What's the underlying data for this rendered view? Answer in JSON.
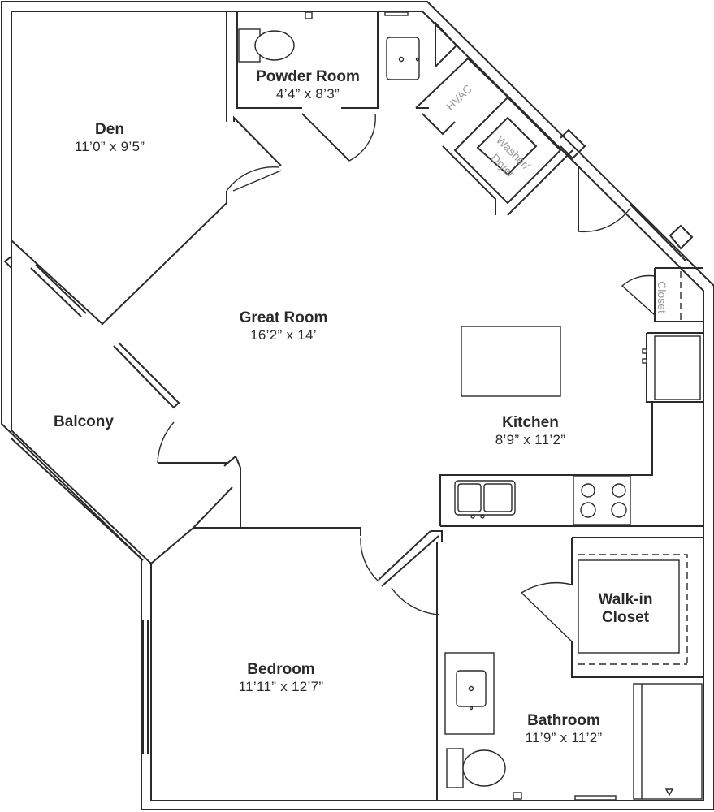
{
  "rooms": {
    "powder_room": {
      "name": "Powder Room",
      "dims": "4’4” x 8’3”"
    },
    "den": {
      "name": "Den",
      "dims": "11’0” x 9’5”"
    },
    "great_room": {
      "name": "Great Room",
      "dims": "16’2” x 14’"
    },
    "balcony": {
      "name": "Balcony"
    },
    "kitchen": {
      "name": "Kitchen",
      "dims": "8’9” x 11’2”"
    },
    "walk_in_closet": {
      "name": "Walk-in",
      "name2": "Closet"
    },
    "bedroom": {
      "name": "Bedroom",
      "dims": "11’11” x 12’7”"
    },
    "bathroom": {
      "name": "Bathroom",
      "dims": "11’9” x 11’2”"
    }
  },
  "utility": {
    "hvac": "HVAC",
    "washer": "Washer/",
    "dryer": "Dryer",
    "closet": "Closet"
  }
}
